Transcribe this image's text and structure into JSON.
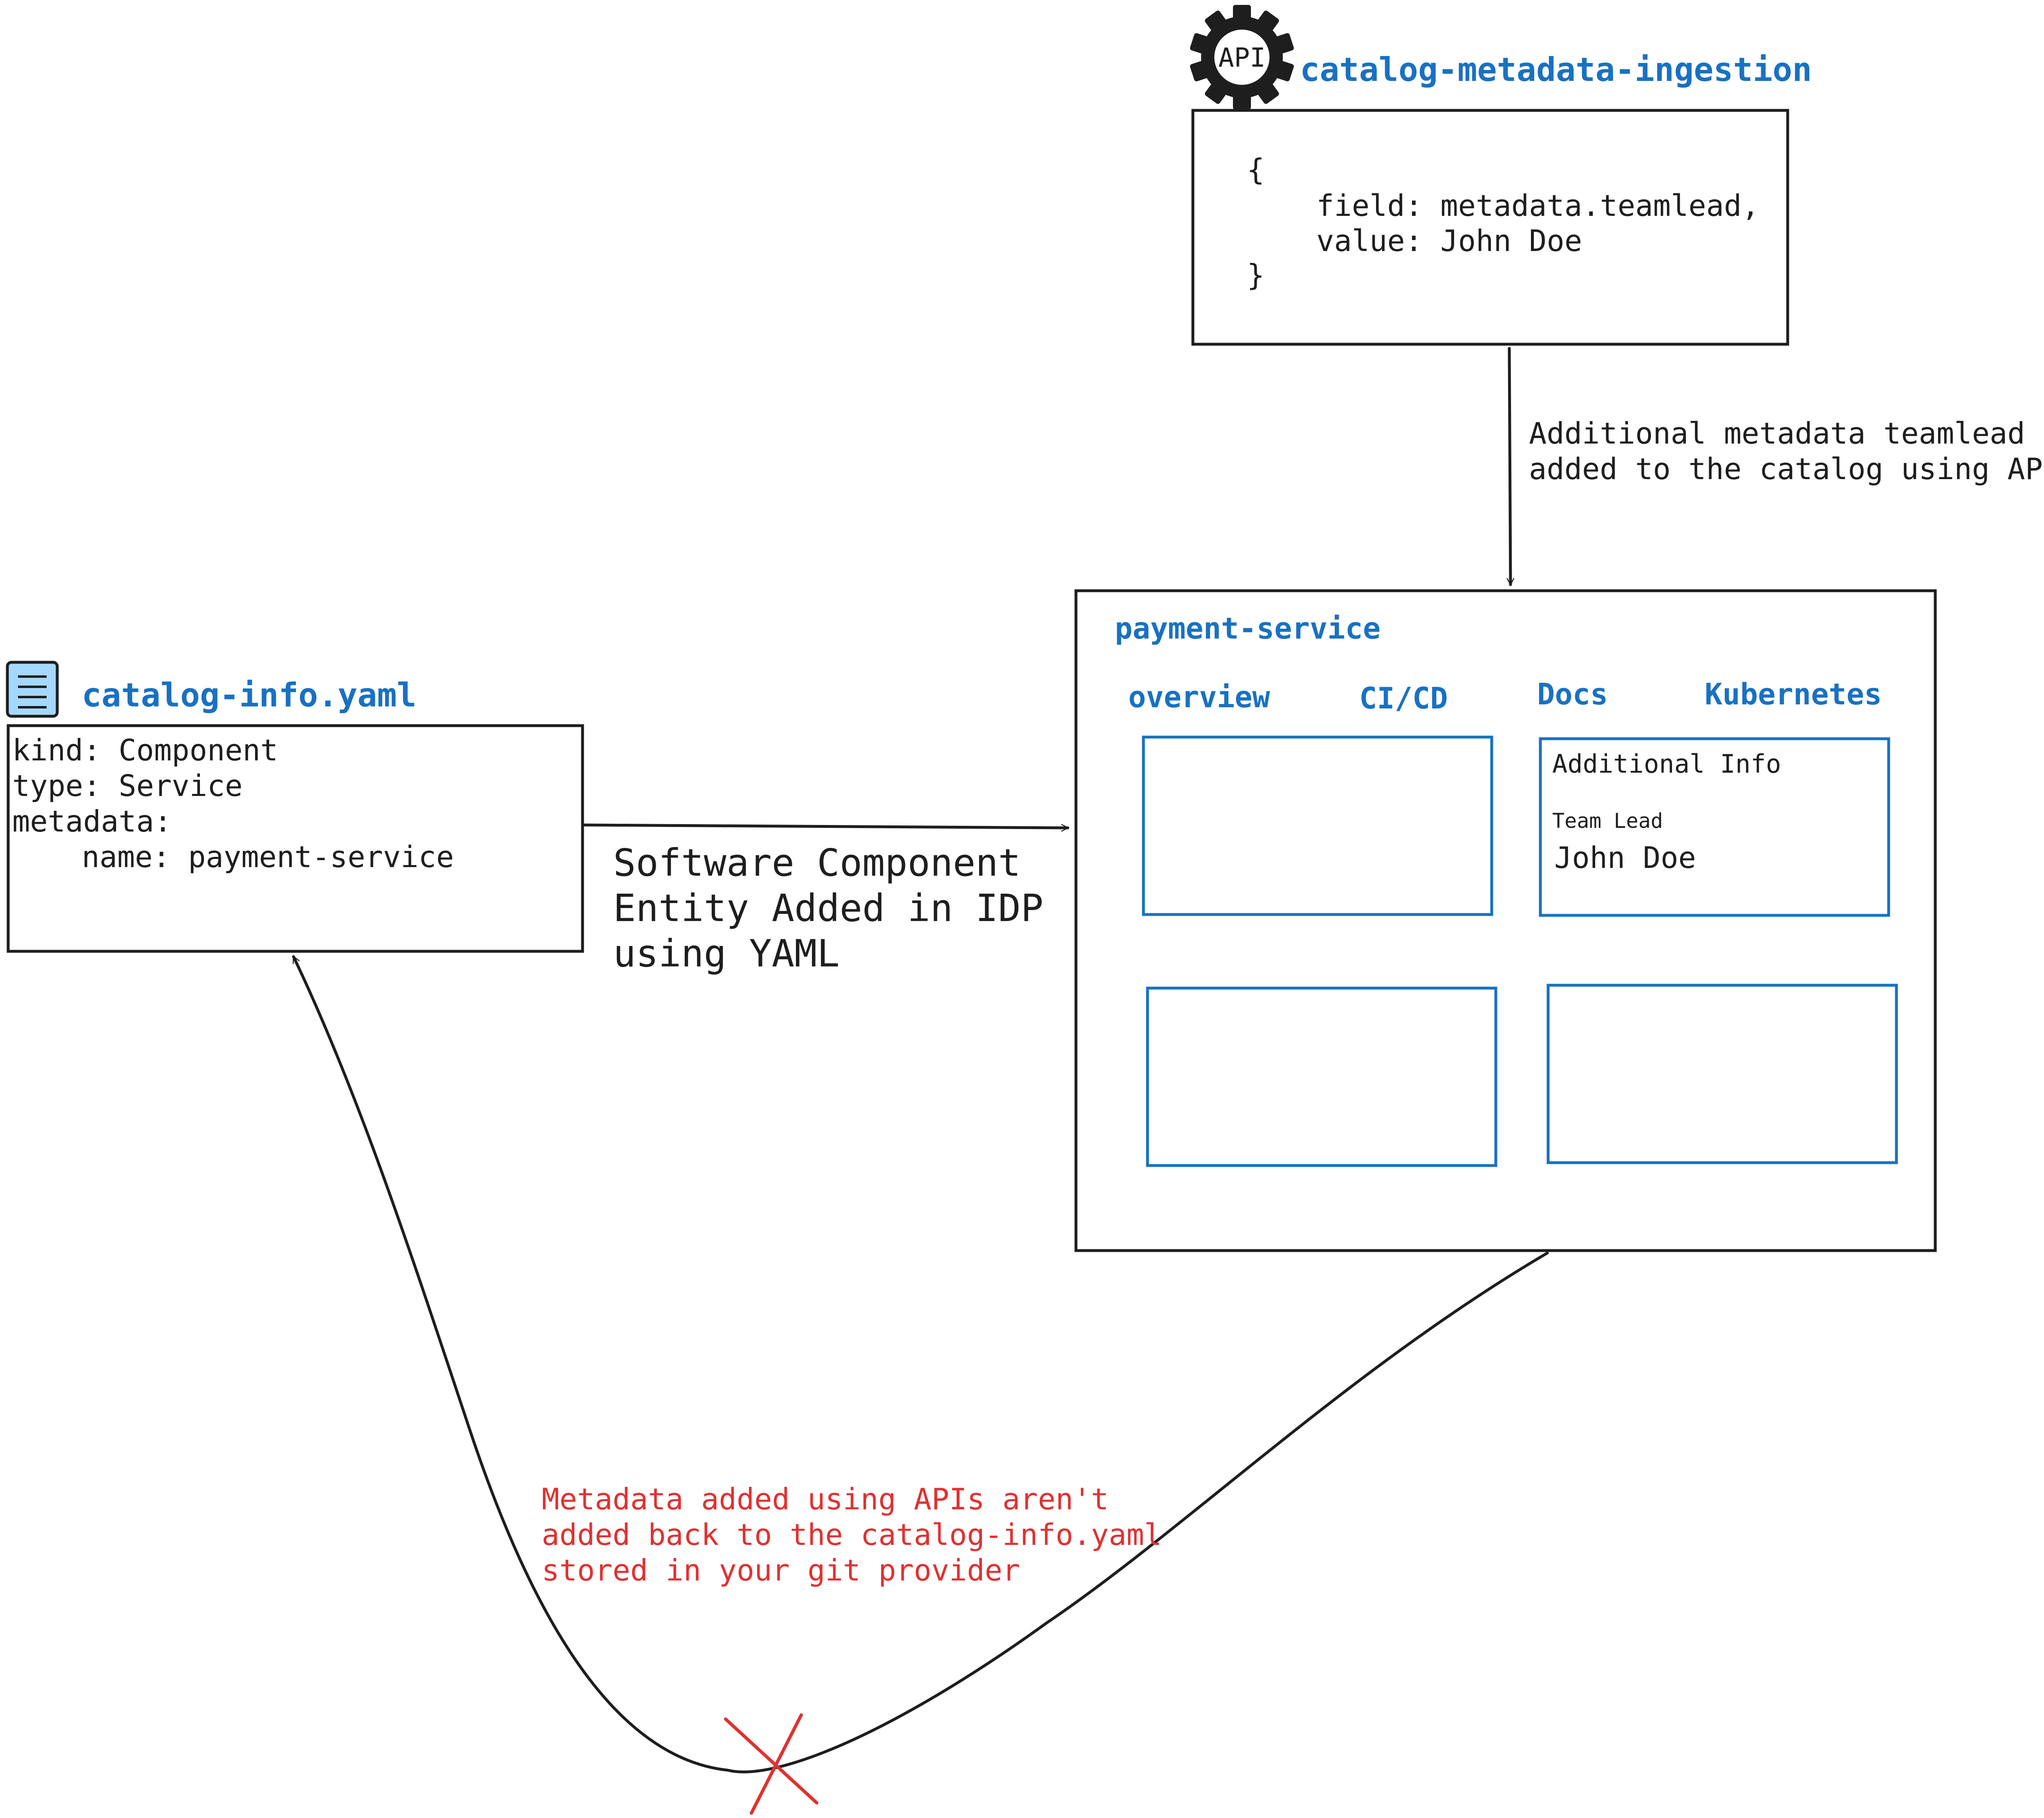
{
  "api_service": {
    "icon_label": "API",
    "title": "catalog-metadata-ingestion",
    "code": [
      "{",
      "field: metadata.teamlead,",
      "value: John Doe",
      "}"
    ]
  },
  "api_note": [
    "Additional metadata teamlead",
    "added to the catalog using APIs"
  ],
  "yaml_file": {
    "title": "catalog-info.yaml",
    "lines": [
      "kind: Component",
      "type: Service",
      "metadata:",
      "name: payment-service"
    ]
  },
  "yaml_note": [
    "Software Component",
    "Entity Added in IDP",
    "using YAML"
  ],
  "entity_page": {
    "title": "payment-service",
    "tabs": [
      "overview",
      "CI/CD",
      "Docs",
      "Kubernetes"
    ],
    "info_card": {
      "heading": "Additional Info",
      "field_label": "Team Lead",
      "field_value": "John Doe"
    }
  },
  "git_note": [
    "Metadata added using APIs aren't",
    "added back to the catalog-info.yaml",
    "stored in your git provider"
  ],
  "colors": {
    "accent_blue": "#1971c2",
    "alert_red": "#e03131",
    "ink": "#1e1e1e",
    "file_icon_fill": "#a5d8ff"
  }
}
